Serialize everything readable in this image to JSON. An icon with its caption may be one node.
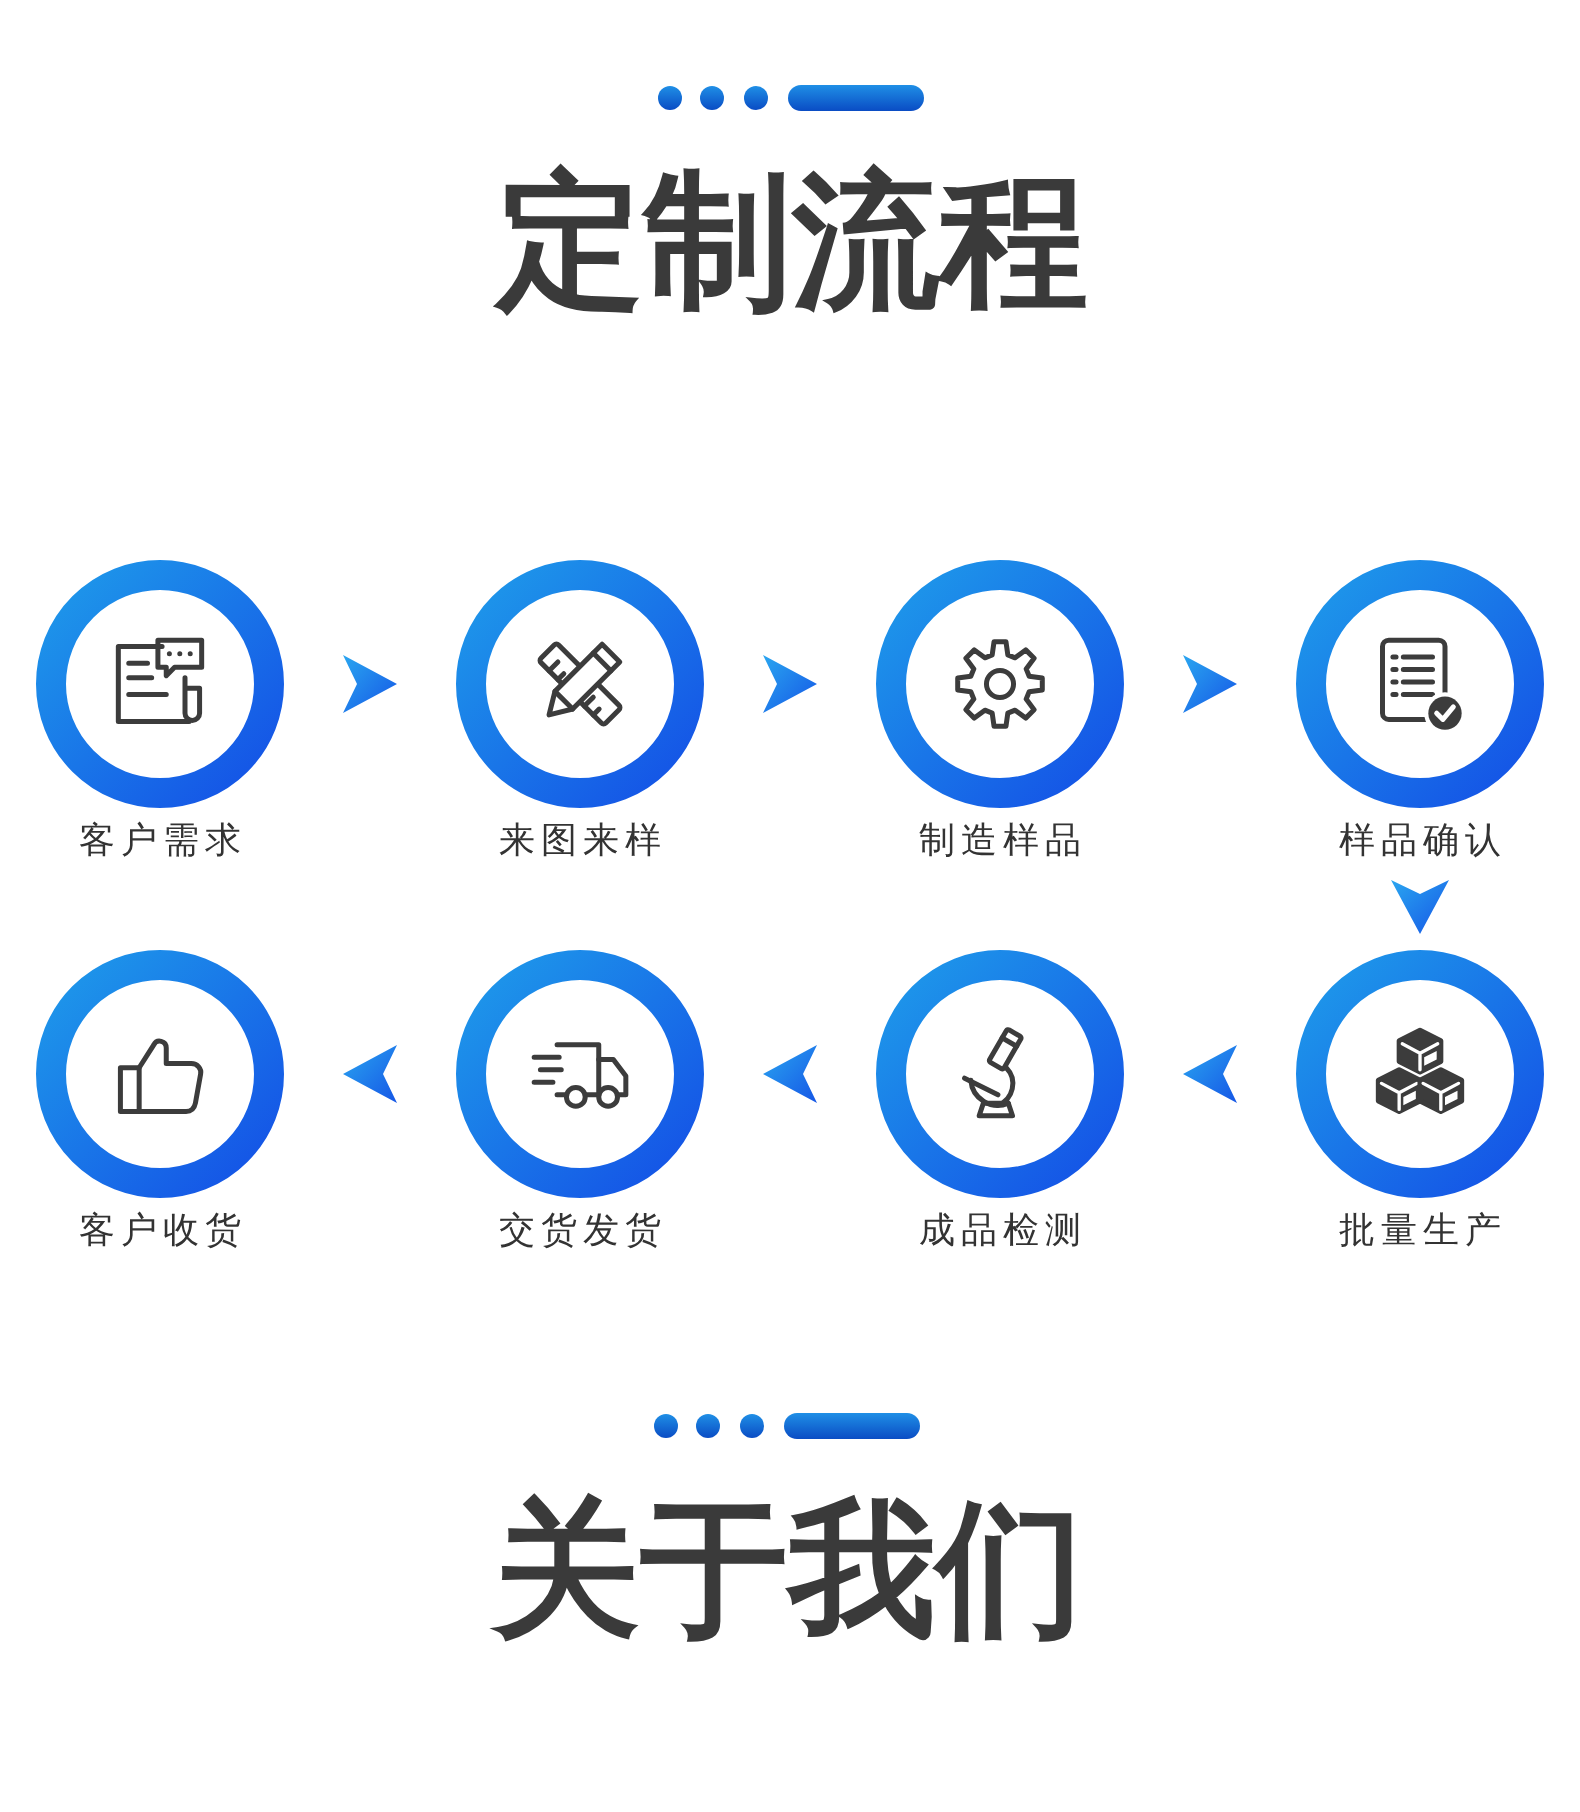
{
  "diagram": {
    "title": "定制流程",
    "nodes": [
      {
        "text": [
          "客户需求"
        ]
      },
      {
        "text": [
          "来图来样"
        ]
      },
      {
        "text": [
          "制造样品"
        ]
      },
      {
        "text": [
          "样品确认"
        ]
      },
      {
        "text": [
          "批量生产"
        ]
      },
      {
        "text": [
          "成品检测"
        ]
      },
      {
        "text": [
          "交货发货"
        ]
      },
      {
        "text": [
          "客户收货"
        ]
      }
    ],
    "edges": [
      {
        "from": 0,
        "to": 1,
        "arrow": "to"
      },
      {
        "from": 1,
        "to": 2,
        "arrow": "to"
      },
      {
        "from": 2,
        "to": 3,
        "arrow": "to"
      },
      {
        "from": 3,
        "to": 4,
        "arrow": "to"
      },
      {
        "from": 4,
        "to": 5,
        "arrow": "to"
      },
      {
        "from": 5,
        "to": 6,
        "arrow": "to"
      },
      {
        "from": 6,
        "to": 7,
        "arrow": "to"
      }
    ],
    "labels": [
      "关于我们"
    ]
  }
}
